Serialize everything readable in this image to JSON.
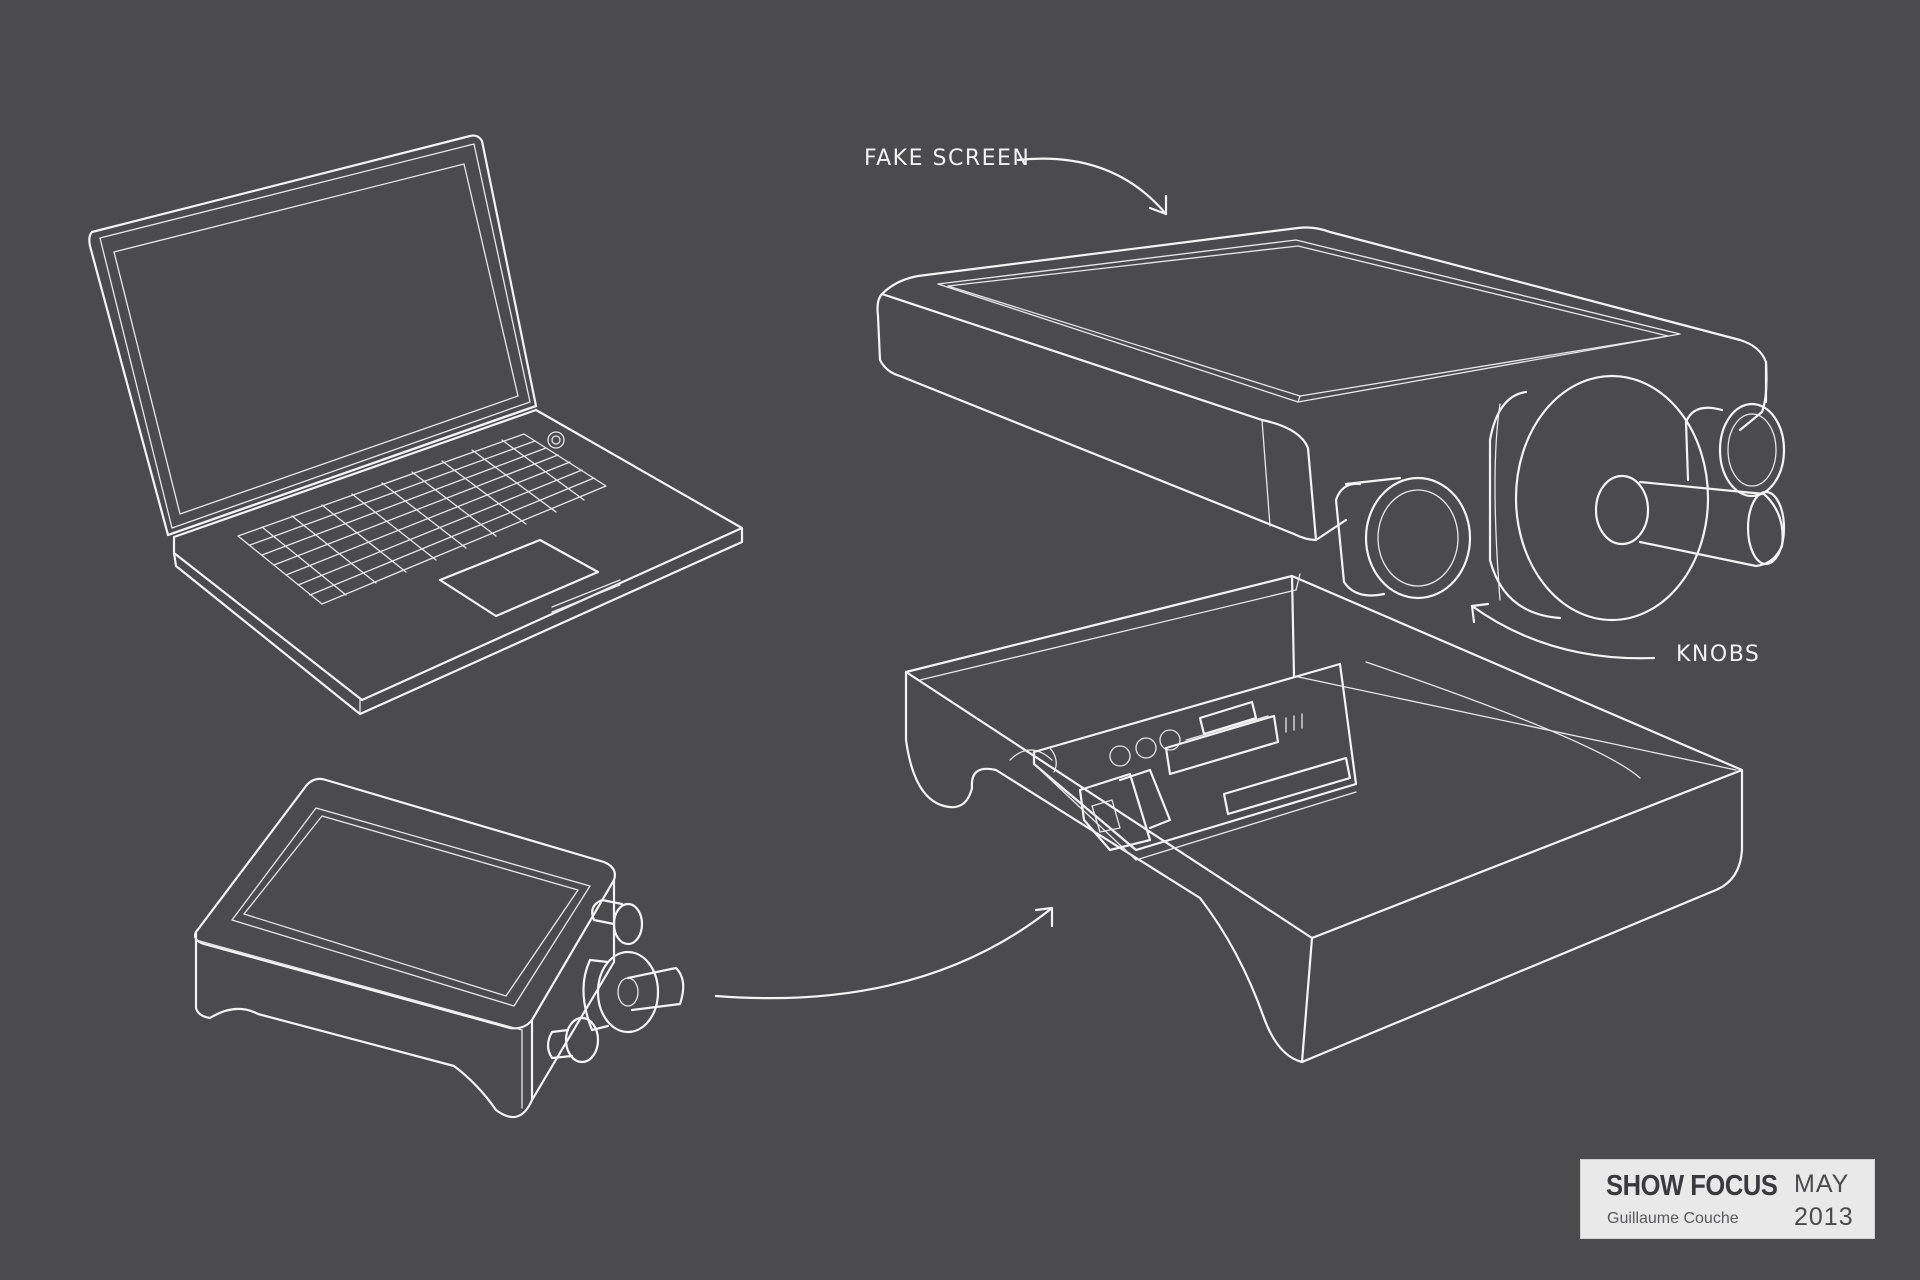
{
  "labels": {
    "fake_screen": "FAKE SCREEN",
    "knobs": "KNOBS"
  },
  "title_card": {
    "title": "SHOW FOCUS",
    "author": "Guillaume Couche",
    "month": "MAY",
    "year": "2013"
  },
  "colors": {
    "background": "#4b4b4d",
    "line": "#f4f4f4",
    "card": "#e9e9e9"
  },
  "icons": {
    "arrow_to_screen": "curved-arrow-icon",
    "arrow_to_knobs": "curved-arrow-icon",
    "arrow_to_exploded_view": "curved-arrow-icon"
  }
}
